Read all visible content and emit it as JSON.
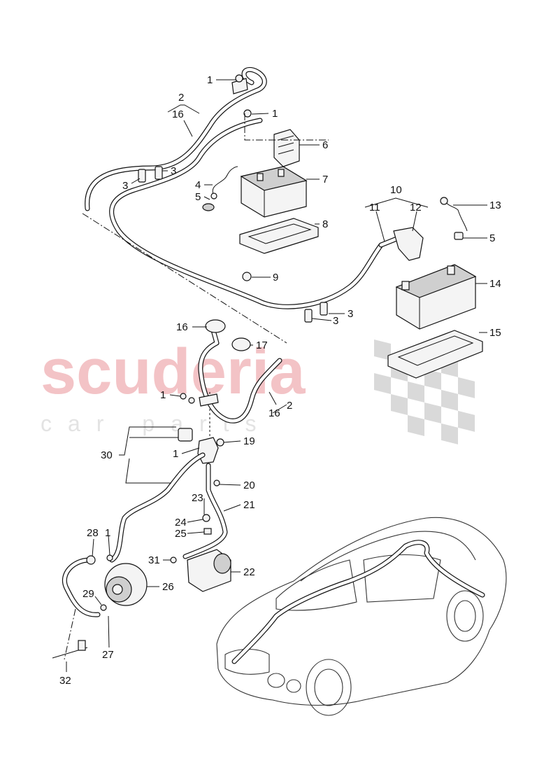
{
  "watermark": {
    "brand": "scuderia",
    "tagline": "car parts"
  },
  "callouts": [
    {
      "id": "1a",
      "text": "1"
    },
    {
      "id": "2a",
      "text": "2"
    },
    {
      "id": "16a",
      "text": "16"
    },
    {
      "id": "1b",
      "text": "1"
    },
    {
      "id": "6",
      "text": "6"
    },
    {
      "id": "3a",
      "text": "3"
    },
    {
      "id": "3b",
      "text": "3"
    },
    {
      "id": "7",
      "text": "7"
    },
    {
      "id": "4",
      "text": "4"
    },
    {
      "id": "5a",
      "text": "5"
    },
    {
      "id": "8",
      "text": "8"
    },
    {
      "id": "10",
      "text": "10"
    },
    {
      "id": "11",
      "text": "11"
    },
    {
      "id": "12",
      "text": "12"
    },
    {
      "id": "13",
      "text": "13"
    },
    {
      "id": "5b",
      "text": "5"
    },
    {
      "id": "9",
      "text": "9"
    },
    {
      "id": "14",
      "text": "14"
    },
    {
      "id": "3c",
      "text": "3"
    },
    {
      "id": "3d",
      "text": "3"
    },
    {
      "id": "15",
      "text": "15"
    },
    {
      "id": "16b",
      "text": "16"
    },
    {
      "id": "17",
      "text": "17"
    },
    {
      "id": "1c",
      "text": "1"
    },
    {
      "id": "2b",
      "text": "2"
    },
    {
      "id": "16c",
      "text": "16"
    },
    {
      "id": "30",
      "text": "30"
    },
    {
      "id": "19",
      "text": "19"
    },
    {
      "id": "1d",
      "text": "1"
    },
    {
      "id": "20",
      "text": "20"
    },
    {
      "id": "23",
      "text": "23"
    },
    {
      "id": "21",
      "text": "21"
    },
    {
      "id": "24",
      "text": "24"
    },
    {
      "id": "25",
      "text": "25"
    },
    {
      "id": "28",
      "text": "28"
    },
    {
      "id": "1e",
      "text": "1"
    },
    {
      "id": "31",
      "text": "31"
    },
    {
      "id": "22",
      "text": "22"
    },
    {
      "id": "26",
      "text": "26"
    },
    {
      "id": "29",
      "text": "29"
    },
    {
      "id": "27",
      "text": "27"
    },
    {
      "id": "32",
      "text": "32"
    }
  ]
}
